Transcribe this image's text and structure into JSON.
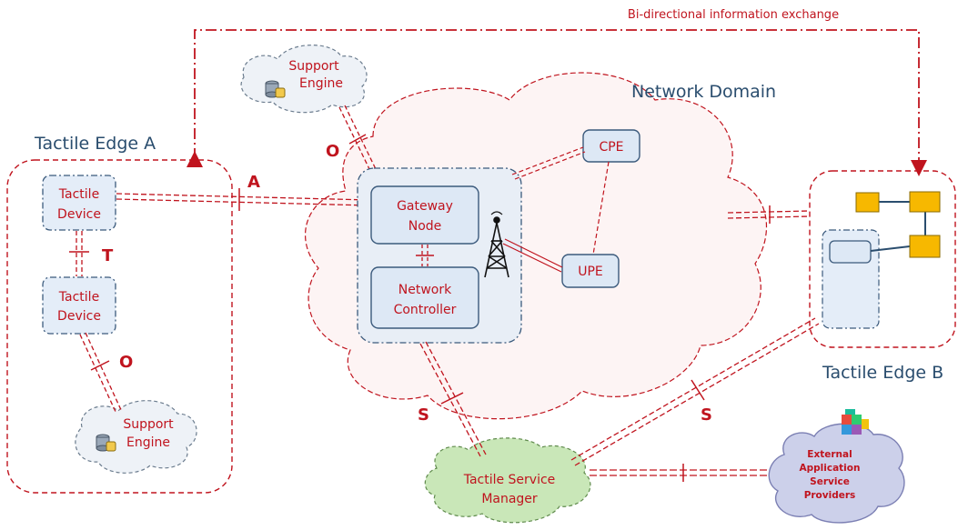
{
  "colors": {
    "link": "#c0141e",
    "label_red": "#c0141e",
    "label_blue": "#2a4d6e",
    "node_fill": "#dde8f5",
    "node_stroke": "#3b5a7c",
    "cloud_fill": "#fdf4f4",
    "cloud_stroke": "#c0141e",
    "small_cloud_fill": "#eef2f7",
    "small_cloud_stroke": "#6b7c8e",
    "tsm_fill": "#c9e7b8",
    "tsm_stroke": "#5f8a4c",
    "app_cloud_fill": "#ccd0ea",
    "app_cloud_stroke": "#7b7fb3",
    "orange_box": "#f7b800"
  },
  "labels": {
    "bidirectional": "Bi-directional information exchange",
    "network_domain": "Network Domain",
    "tactile_edge_a": "Tactile Edge A",
    "tactile_edge_b": "Tactile Edge B",
    "support_engine_line1": "Support",
    "support_engine_line2": "Engine",
    "tactile": "Tactile",
    "device": "Device",
    "gateway": "Gateway",
    "node": "Node",
    "network": "Network",
    "controller": "Controller",
    "cpe": "CPE",
    "upe": "UPE",
    "tsm_line1": "Tactile Service",
    "tsm_line2": "Manager",
    "eas_line1": "External",
    "eas_line2": "Application",
    "eas_line3": "Service",
    "eas_line4": "Providers"
  },
  "interfaces": {
    "a": "A",
    "t": "T",
    "o": "O",
    "s": "S"
  }
}
